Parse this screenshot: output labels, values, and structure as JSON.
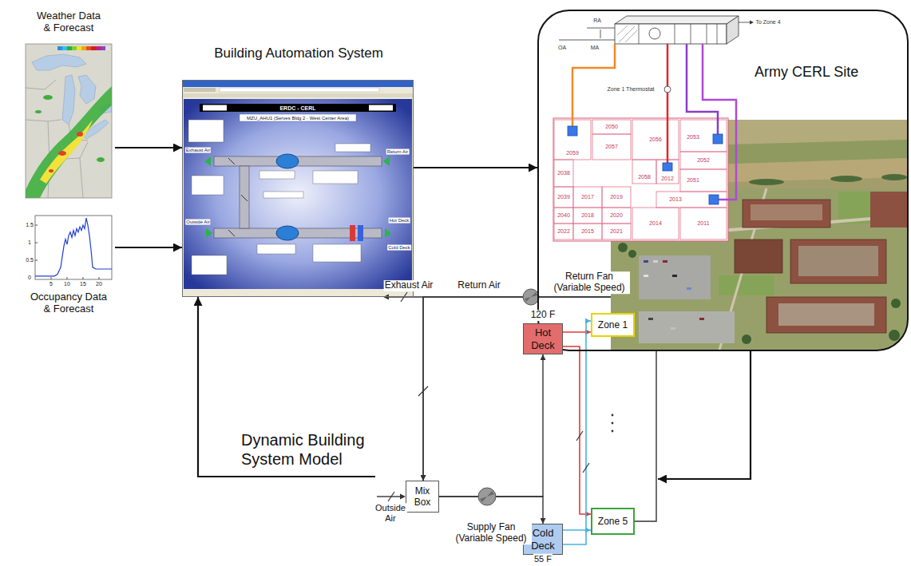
{
  "diagram": {
    "nodes": [
      {
        "text": [
          "Weather Data & Forecast"
        ]
      },
      {
        "text": [
          "Occupancy Data & Forecast"
        ]
      },
      {
        "text": [
          "Building Automation System"
        ]
      },
      {
        "text": [
          "Army CERL Site"
        ]
      },
      {
        "text": [
          "Dynamic Building System Model"
        ]
      },
      {
        "text": [
          "Hot Deck"
        ],
        "in": 4
      },
      {
        "text": [
          "Zone 1"
        ],
        "in": 4
      },
      {
        "text": [
          "Mix Box"
        ],
        "in": 4
      },
      {
        "text": [
          "Cold Deck"
        ],
        "in": 4
      },
      {
        "text": [
          "Zone 5"
        ],
        "in": 4
      }
    ],
    "edges": [
      {
        "from": 0,
        "to": 2,
        "arrow": "to"
      },
      {
        "from": 1,
        "to": 2,
        "arrow": "to"
      },
      {
        "from": 2,
        "to": 3,
        "arrow": "to"
      },
      {
        "from": 3,
        "to": 4,
        "arrow": "to"
      },
      {
        "from": 4,
        "to": 2,
        "arrow": "to"
      },
      {
        "from": 7,
        "to": 5,
        "arrow": "to"
      },
      {
        "from": 7,
        "to": 8,
        "arrow": "to"
      },
      {
        "from": 5,
        "to": 6,
        "arrow": "to"
      },
      {
        "from": 5,
        "to": 9,
        "arrow": "to"
      },
      {
        "from": 8,
        "to": 6,
        "arrow": "to"
      },
      {
        "from": 8,
        "to": 9,
        "arrow": "to"
      },
      {
        "from": 6,
        "to": 7,
        "label": "Return Air",
        "arrow": "to"
      },
      {
        "from": 9,
        "to": 7,
        "arrow": "to"
      }
    ],
    "labels": [
      "ERDC - CERL",
      "MZU_AHU1 (Serves Bldg 2 - West Center Area)",
      "Exhaust Air",
      "Return Air",
      "Outside Air",
      "Hot Deck",
      "Cold Deck",
      "1.5",
      "1",
      "0.5",
      "0",
      "5",
      "10",
      "15",
      "20",
      "RA",
      "OA",
      "MA",
      "To Zone 4",
      "Zone 1 Thermostat",
      "2059",
      "2050",
      "2056",
      "2053",
      "2057",
      "2052",
      "2058",
      "2012",
      "2051",
      "2038",
      "2039",
      "2017",
      "2019",
      "2013",
      "2014",
      "2011",
      "2040",
      "2018",
      "2020",
      "2022",
      "2015",
      "2021",
      "Exhaust Air",
      "Return Fan (Variable Speed)",
      "120 F",
      "Outside Air",
      "Supply Fan (Variable Speed)",
      "55 F"
    ]
  }
}
